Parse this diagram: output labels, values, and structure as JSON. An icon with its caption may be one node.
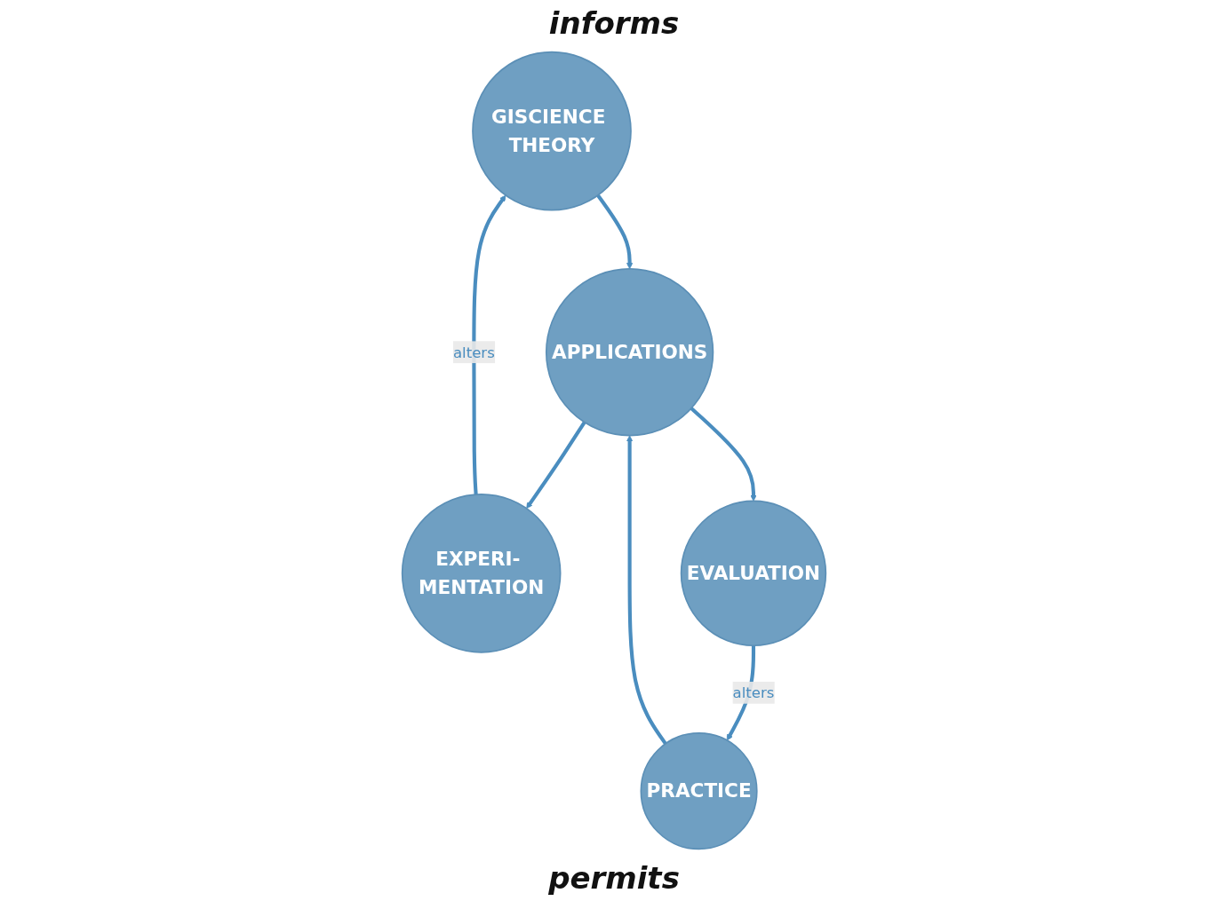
{
  "diagram": {
    "nodes": [
      {
        "text": [
          "GISCIENCE THEORY"
        ]
      },
      {
        "text": [
          "PRACTICE"
        ]
      },
      {
        "text": [
          "APPLICATIONS"
        ]
      },
      {
        "text": [
          "EXPERI- MENTATION"
        ]
      },
      {
        "text": [
          "EVALUATION"
        ]
      }
    ],
    "edges": [
      {
        "from": 0,
        "to": 2,
        "arrow": "to"
      },
      {
        "from": 1,
        "to": 2,
        "arrow": "to"
      },
      {
        "from": 2,
        "to": 3,
        "arrow": "to"
      },
      {
        "from": 2,
        "to": 4,
        "arrow": "to"
      },
      {
        "from": 3,
        "to": 0,
        "label": "alters",
        "arrow": "to"
      },
      {
        "from": 4,
        "to": 1,
        "label": "alters",
        "arrow": "to"
      }
    ],
    "labels": [
      "informs",
      "permits"
    ]
  }
}
